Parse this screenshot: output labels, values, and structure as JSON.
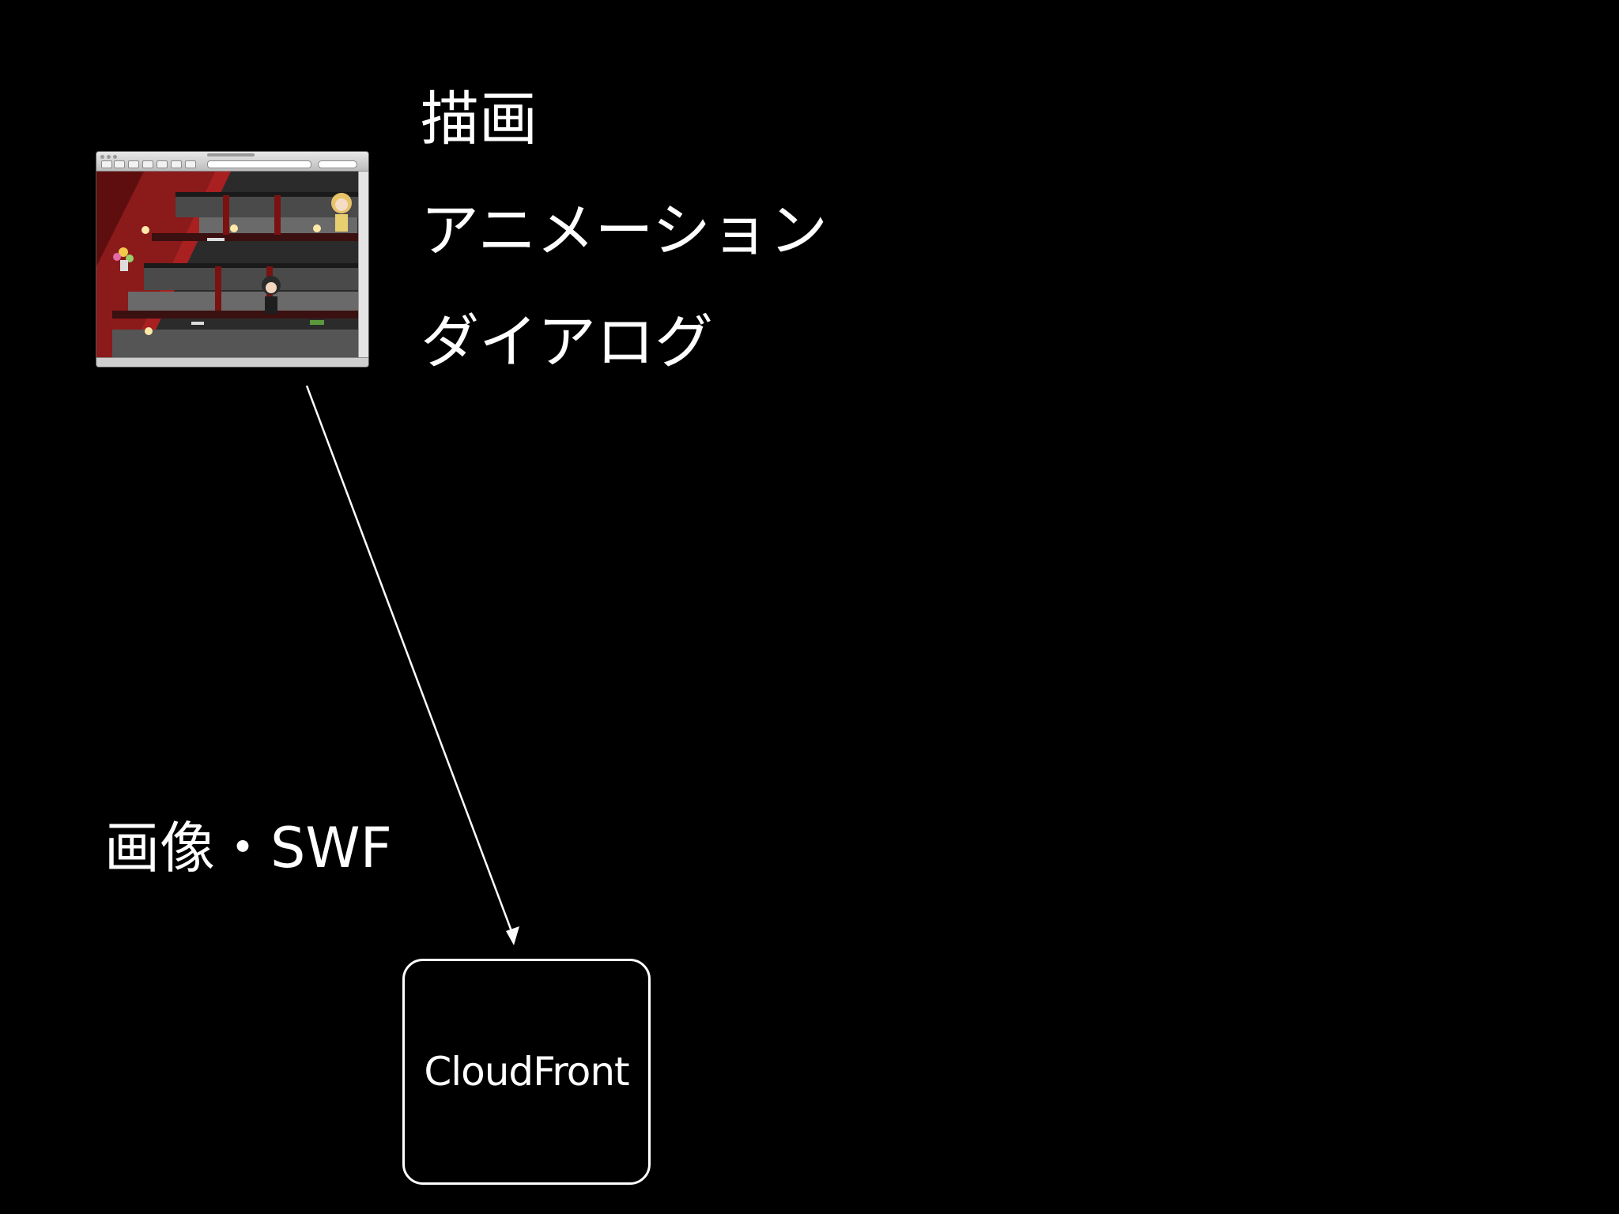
{
  "features": {
    "drawing": "描画",
    "animation": "アニメーション",
    "dialog": "ダイアログ"
  },
  "assets_label": "画像・SWF",
  "cdn_label": "CloudFront",
  "colors": {
    "background": "#000000",
    "foreground": "#ffffff",
    "game_red": "#8b1a1a"
  },
  "icons": {
    "thumbnail": "browser-game-screenshot"
  }
}
